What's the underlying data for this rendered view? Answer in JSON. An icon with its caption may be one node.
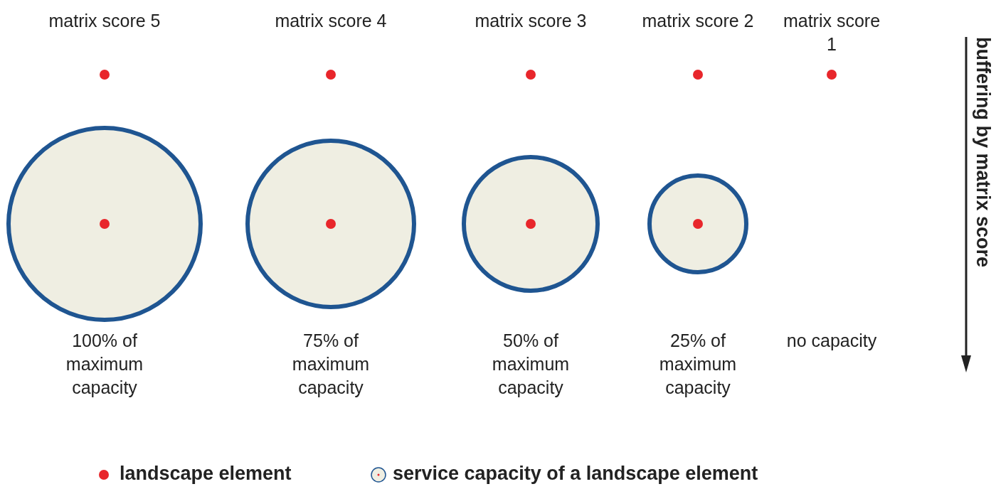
{
  "diagram": {
    "labels": [
      "matrix score 5",
      "matrix score 4",
      "matrix score 3",
      "matrix score 2",
      "matrix score 1",
      "100% of maximum capacity",
      "75% of maximum capacity",
      "50% of maximum capacity",
      "25% of maximum capacity",
      "no capacity",
      "buffering by matrix score"
    ],
    "legend": [
      {
        "text": "landscape element",
        "color": "#e8262b"
      },
      {
        "text": "service capacity of a landscape element"
      }
    ]
  }
}
